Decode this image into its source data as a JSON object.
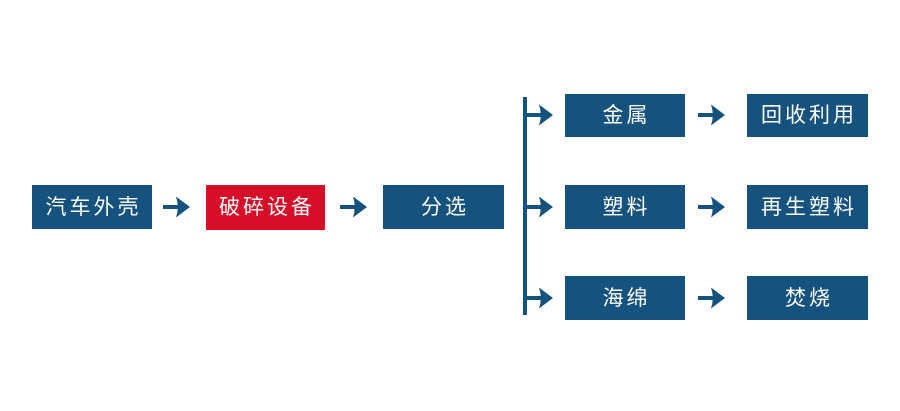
{
  "flowchart": {
    "colors": {
      "primary": "#15527E",
      "highlight": "#D60E28",
      "label_text": "#FFFFFF",
      "background": "#FFFFFF"
    },
    "main_flow": [
      {
        "label": "汽车外壳",
        "style": "primary"
      },
      {
        "label": "破碎设备",
        "style": "highlight"
      },
      {
        "label": "分选",
        "style": "primary"
      }
    ],
    "branches": [
      {
        "material": "金属",
        "outcome": "回收利用"
      },
      {
        "material": "塑料",
        "outcome": "再生塑料"
      },
      {
        "material": "海绵",
        "outcome": "焚烧"
      }
    ]
  }
}
